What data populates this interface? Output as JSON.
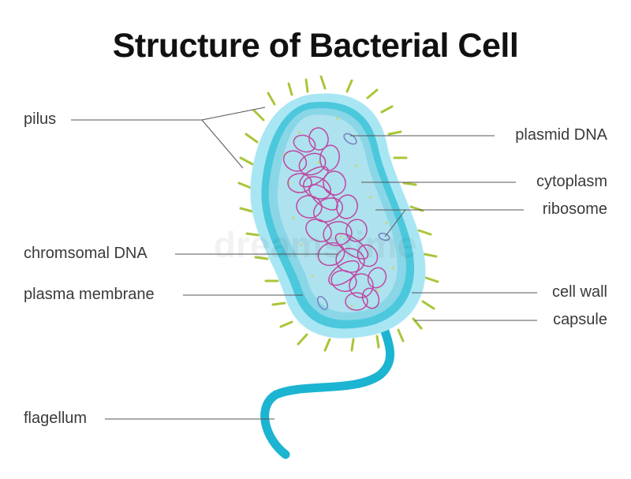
{
  "title": "Structure of Bacterial Cell",
  "labels": {
    "pilus": "pilus",
    "chromosomal_dna": "chromsomal DNA",
    "plasma_membrane": "plasma membrane",
    "flagellum": "flagellum",
    "plasmid_dna": "plasmid DNA",
    "cytoplasm": "cytoplasm",
    "ribosome": "ribosome",
    "cell_wall": "cell wall",
    "capsule": "capsule"
  },
  "watermark": "dreamstime",
  "colors": {
    "capsule": "#a9e6f4",
    "cell_wall": "#4cc8dc",
    "membrane": "#89d6e7",
    "cytoplasm": "#aee2ee",
    "dna": "#c2369a",
    "pili": "#a8c63a",
    "flagellum": "#1bb4d1",
    "leader_line": "#555555",
    "title": "#111111"
  }
}
